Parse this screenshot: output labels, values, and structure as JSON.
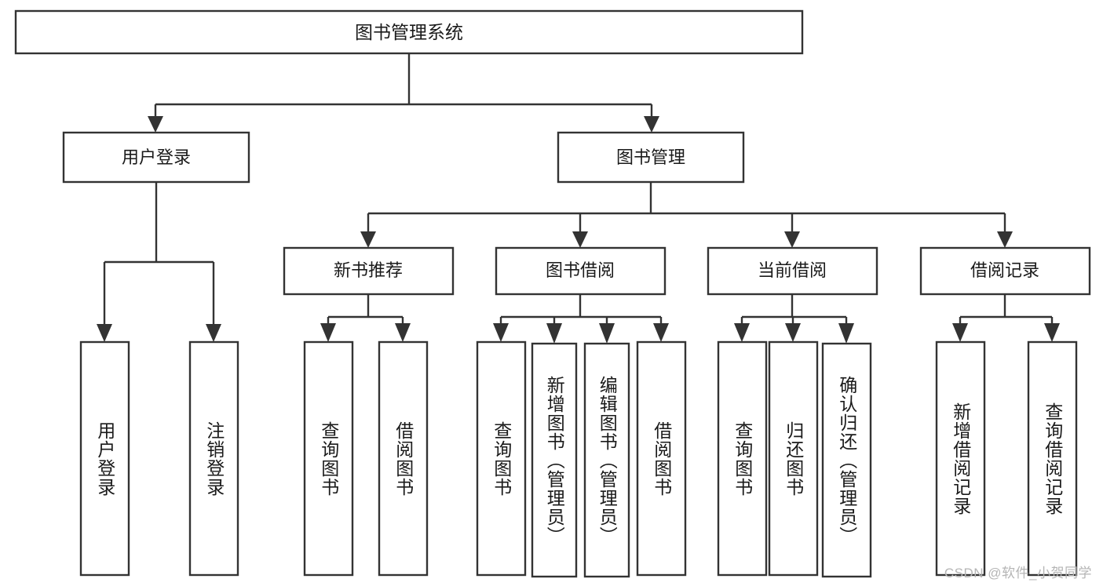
{
  "diagram": {
    "title": "图书管理系统",
    "watermark": "CSDN @软件_小贺同学",
    "colors": {
      "stroke": "#333333",
      "fill": "#ffffff",
      "text": "#1a1a1a",
      "watermark": "#b5b5b5"
    },
    "root": {
      "label": "图书管理系统"
    },
    "level2": [
      {
        "label": "用户登录"
      },
      {
        "label": "图书管理"
      }
    ],
    "level3": [
      {
        "label": "新书推荐"
      },
      {
        "label": "图书借阅"
      },
      {
        "label": "当前借阅"
      },
      {
        "label": "借阅记录"
      }
    ],
    "leaves": {
      "user_login": [
        {
          "label": "用户登录"
        },
        {
          "label": "注销登录"
        }
      ],
      "new_book": [
        {
          "label": "查询图书"
        },
        {
          "label": "借阅图书"
        }
      ],
      "book_borrow": [
        {
          "label": "查询图书"
        },
        {
          "label": "新增图书（管理员）"
        },
        {
          "label": "编辑图书（管理员）"
        },
        {
          "label": "借阅图书"
        }
      ],
      "current_borrow": [
        {
          "label": "查询图书"
        },
        {
          "label": "归还图书"
        },
        {
          "label": "确认归还（管理员）"
        }
      ],
      "borrow_record": [
        {
          "label": "新增借阅记录"
        },
        {
          "label": "查询借阅记录"
        }
      ]
    }
  }
}
